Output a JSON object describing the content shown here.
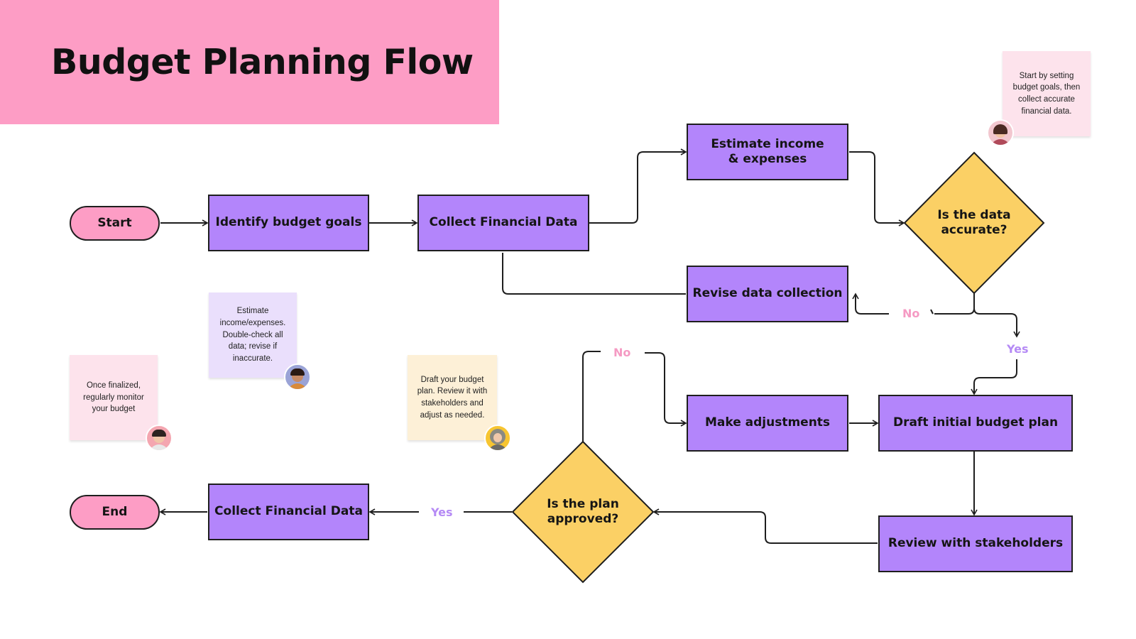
{
  "title": "Budget Planning Flow",
  "colors": {
    "banner": "#fd9dc5",
    "process": "#b385fb",
    "decision": "#fbd065",
    "terminal": "#fd9dc5",
    "no": "#f59ac3",
    "yes": "#b58af5"
  },
  "nodes": {
    "start": "Start",
    "identify_goals": "Identify budget goals",
    "collect_data_1": "Collect Financial Data",
    "estimate": "Estimate income & expenses",
    "data_accurate": "Is the data accurate?",
    "revise": "Revise data collection",
    "make_adjustments": "Make adjustments",
    "draft_plan": "Draft initial budget plan",
    "review": "Review with stakeholders",
    "plan_approved": "Is the plan approved?",
    "collect_data_2": "Collect Financial Data",
    "end": "End"
  },
  "edge_labels": {
    "data_no": "No",
    "data_yes": "Yes",
    "plan_no": "No",
    "plan_yes": "Yes"
  },
  "notes": [
    {
      "text": "Start by setting budget goals, then collect accurate financial data.",
      "avatar": "woman-avatar"
    },
    {
      "text": "Estimate income/expenses. Double-check all data; revise if inaccurate.",
      "avatar": "man-avatar"
    },
    {
      "text": "Once finalized, regularly monitor your budget",
      "avatar": "young-man-avatar"
    },
    {
      "text": "Draft your budget plan. Review it with stakeholders and adjust as needed.",
      "avatar": "hijab-woman-avatar"
    }
  ]
}
